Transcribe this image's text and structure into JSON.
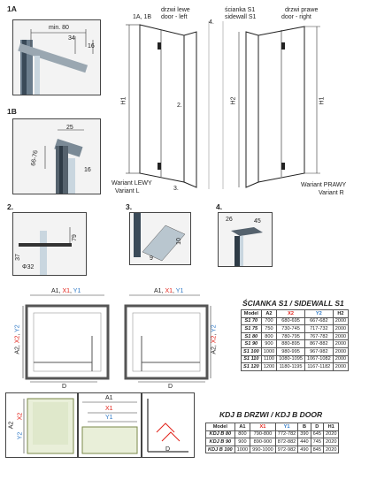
{
  "detail_1a": {
    "tag": "1A",
    "dim_min": "min. 80",
    "dim_34": "34",
    "dim_16": "16"
  },
  "detail_1b": {
    "tag": "1B",
    "dim_25": "25",
    "dim_66_76": "66-76",
    "dim_16": "16"
  },
  "detail_2": {
    "tag": "2.",
    "dim_79": "79",
    "dim_37": "37",
    "dim_phi": "Φ32"
  },
  "detail_3": {
    "tag": "3.",
    "dim_10": "10",
    "dim_9": "9"
  },
  "detail_4": {
    "tag": "4.",
    "dim_26": "26",
    "dim_45": "45"
  },
  "front_view": {
    "tag_1a_1b": "1A, 1B",
    "door_left": "drzwi lewe",
    "door_left_en": "door - left",
    "sidewall_pl": "ścianka S1",
    "sidewall_en": "sidewall S1",
    "door_right": "drzwi prawe",
    "door_right_en": "door - right",
    "tag_4": "4.",
    "h1": "H1",
    "h2": "H2",
    "tag_2": "2.",
    "tag_3": "3.",
    "variant_left_pl": "Wariant LEWY",
    "variant_left_en": "Variant L",
    "variant_right_pl": "Wariant PRAWY",
    "variant_right_en": "Variant R"
  },
  "plan": {
    "a1x1y1": "A1, X1, Y1",
    "a1": "A1",
    "x1": "X1",
    "y1": "Y1",
    "a2x2y2": "A2, X2, Y2",
    "d": "D"
  },
  "bottom_plan": {
    "a1": "A1",
    "x1": "X1",
    "y1": "Y1",
    "a2": "A2",
    "x2": "X2",
    "y2": "Y2",
    "d": "D"
  },
  "table_s1": {
    "title": "ŚCIANKA S1 / SIDEWALL S1",
    "headers": [
      "Model",
      "A2",
      "X2",
      "Y2",
      "H2"
    ],
    "rows": [
      [
        "S1 70",
        "700",
        "680-695",
        "667-682",
        "2000"
      ],
      [
        "S1 75",
        "750",
        "730-745",
        "717-732",
        "2000"
      ],
      [
        "S1 80",
        "800",
        "780-795",
        "767-782",
        "2000"
      ],
      [
        "S1 90",
        "900",
        "880-895",
        "867-882",
        "2000"
      ],
      [
        "S1 100",
        "1000",
        "980-995",
        "967-982",
        "2000"
      ],
      [
        "S1 110",
        "1100",
        "1080-1095",
        "1067-1082",
        "2000"
      ],
      [
        "S1 120",
        "1200",
        "1180-1195",
        "1167-1182",
        "2000"
      ]
    ]
  },
  "table_door": {
    "title": "KDJ B DRZWI / KDJ B DOOR",
    "headers": [
      "Model",
      "A1",
      "X1",
      "Y1",
      "B",
      "D",
      "H1"
    ],
    "rows": [
      [
        "KDJ B 80",
        "800",
        "790-800",
        "772-782",
        "390",
        "645",
        "2020"
      ],
      [
        "KDJ B 90",
        "900",
        "890-900",
        "872-882",
        "440",
        "745",
        "2020"
      ],
      [
        "KDJ B 100",
        "1000",
        "990-1000",
        "972-982",
        "490",
        "845",
        "2020"
      ]
    ]
  }
}
